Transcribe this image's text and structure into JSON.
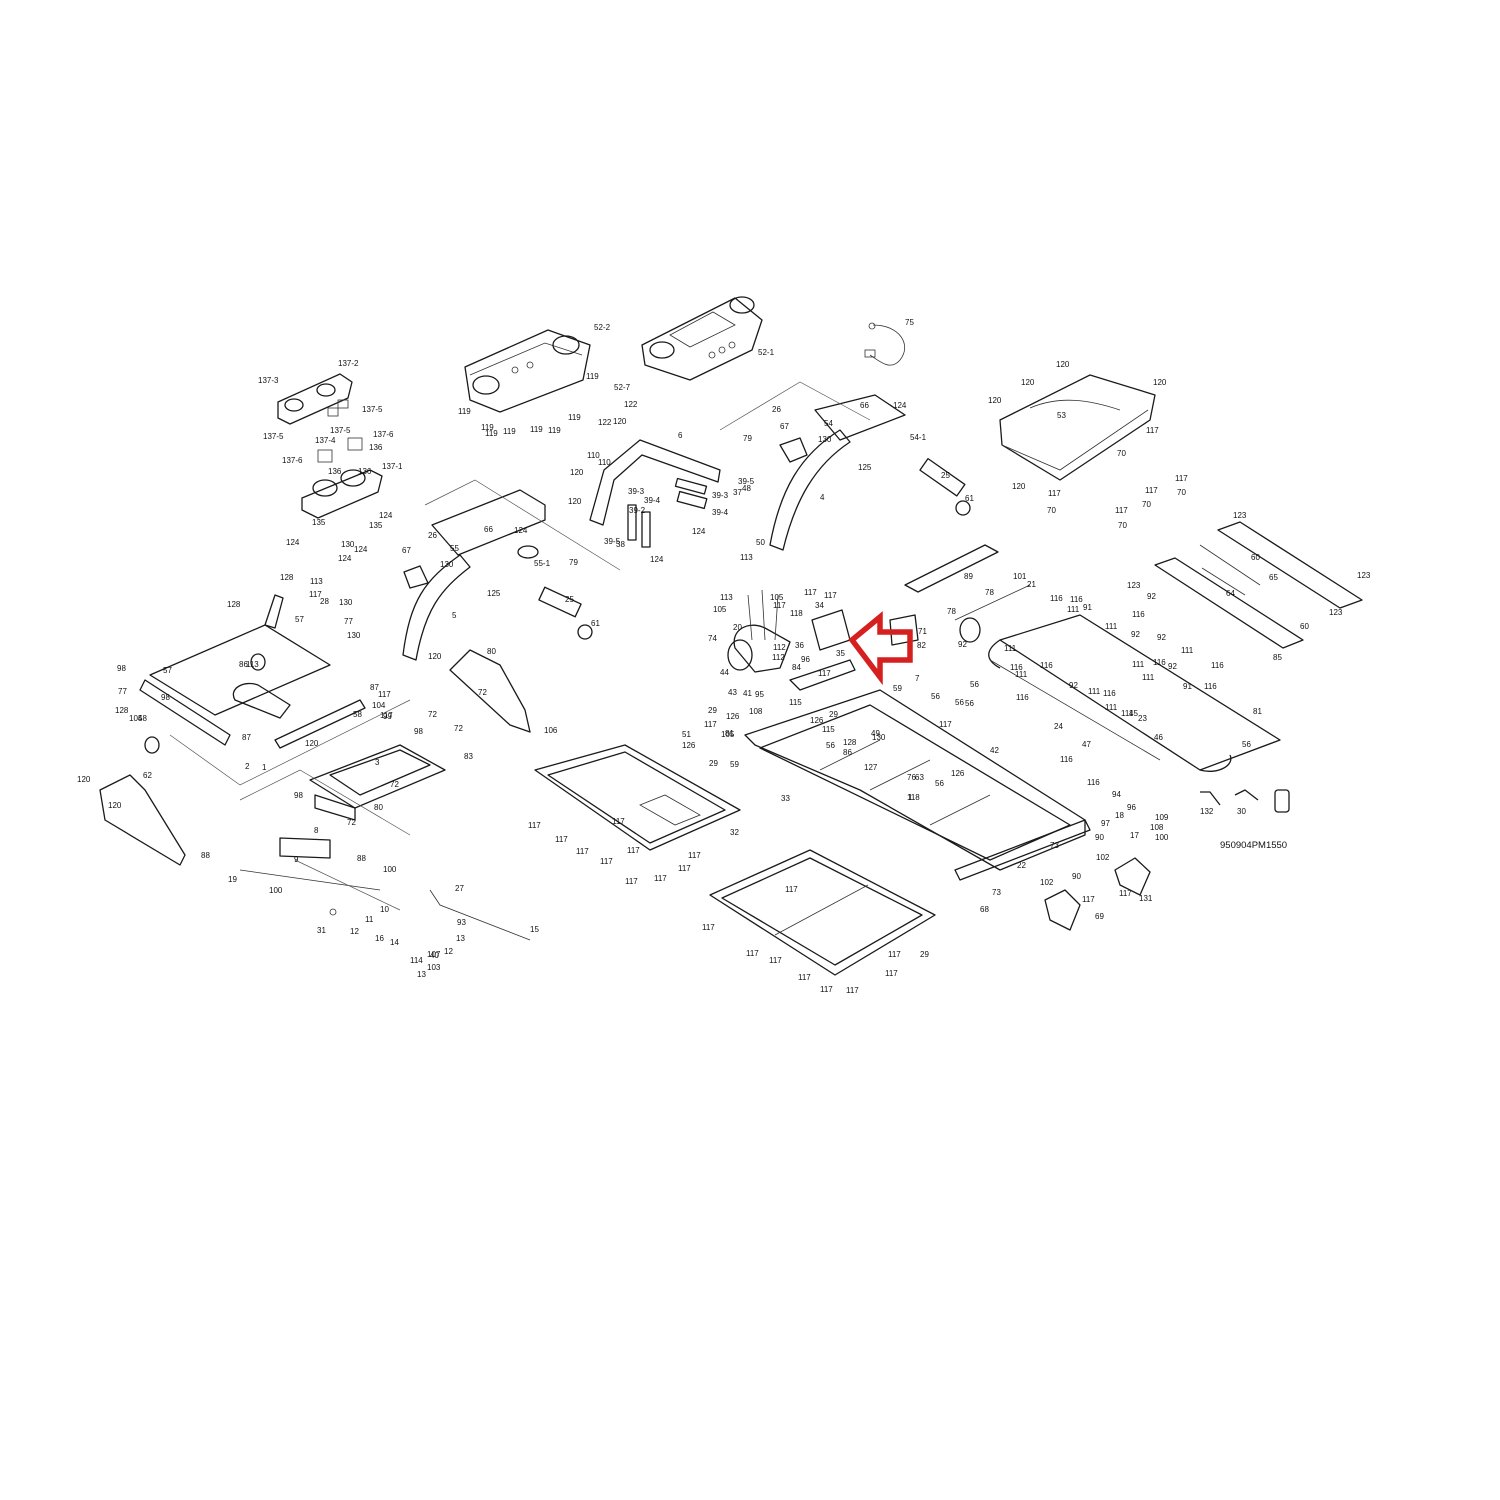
{
  "reference_code": "950904PM1550",
  "highlight_arrow_color": "#d61f1f",
  "line_color": "#1a1a1a",
  "callouts": [
    "75",
    "52-2",
    "52-1",
    "137-3",
    "137-2",
    "137-5",
    "137-5",
    "137-5",
    "137-4",
    "137-6",
    "137-6",
    "136",
    "136",
    "136",
    "137-1",
    "119",
    "119",
    "119",
    "119",
    "119",
    "119",
    "119",
    "119",
    "52-7",
    "122",
    "122",
    "120",
    "120",
    "120",
    "120",
    "120",
    "120",
    "53",
    "117",
    "70",
    "117",
    "70",
    "117",
    "70",
    "117",
    "70",
    "117",
    "70",
    "124",
    "135",
    "124",
    "135",
    "124",
    "130",
    "124",
    "26",
    "55",
    "66",
    "124",
    "55-1",
    "130",
    "67",
    "79",
    "6",
    "110",
    "120",
    "110",
    "120",
    "39-5",
    "39-2",
    "39-3",
    "39-4",
    "39-3",
    "39-4",
    "39-5",
    "38",
    "124",
    "124",
    "37",
    "48",
    "66",
    "124",
    "54-1",
    "54",
    "26",
    "130",
    "67",
    "79",
    "4",
    "125",
    "25",
    "61",
    "50",
    "125",
    "25",
    "61",
    "5",
    "123",
    "123",
    "65",
    "64",
    "60",
    "60",
    "123",
    "123",
    "85",
    "113",
    "113",
    "105",
    "105",
    "117",
    "117",
    "117",
    "118",
    "34",
    "20",
    "74",
    "112",
    "112",
    "44",
    "43",
    "95",
    "41",
    "115",
    "36",
    "35",
    "82",
    "71",
    "7",
    "89",
    "101",
    "21",
    "78",
    "78",
    "92",
    "116",
    "116",
    "111",
    "91",
    "111",
    "116",
    "92",
    "111",
    "116",
    "92",
    "92",
    "116",
    "111",
    "111",
    "116",
    "111",
    "116",
    "91",
    "92",
    "116",
    "116",
    "92",
    "111",
    "116",
    "111",
    "111",
    "111",
    "23",
    "24",
    "47",
    "45",
    "46",
    "81",
    "56",
    "56",
    "56",
    "56",
    "56",
    "59",
    "117",
    "42",
    "127",
    "118",
    "105",
    "108",
    "96",
    "84",
    "117",
    "126",
    "29",
    "115",
    "56",
    "128",
    "49",
    "130",
    "86",
    "98",
    "128",
    "113",
    "117",
    "28",
    "130",
    "57",
    "77",
    "130",
    "128",
    "86",
    "113",
    "98",
    "57",
    "77",
    "128",
    "104",
    "58",
    "87",
    "87",
    "104",
    "58",
    "2",
    "1",
    "117",
    "120",
    "63",
    "120",
    "80",
    "72",
    "106",
    "99",
    "72",
    "98",
    "72",
    "83",
    "3",
    "72",
    "98",
    "80",
    "72",
    "117",
    "120",
    "62",
    "120",
    "88",
    "8",
    "9",
    "88",
    "100",
    "19",
    "100",
    "31",
    "27",
    "15",
    "93",
    "13",
    "107",
    "12",
    "10",
    "11",
    "12",
    "16",
    "14",
    "114",
    "103",
    "13",
    "40",
    "51",
    "117",
    "126",
    "29",
    "126",
    "29",
    "59",
    "81",
    "33",
    "117",
    "117",
    "117",
    "117",
    "117",
    "117",
    "117",
    "117",
    "117",
    "117",
    "32",
    "117",
    "117",
    "117",
    "117",
    "117",
    "117",
    "117",
    "117",
    "117",
    "29",
    "126",
    "56",
    "1",
    "76",
    "116",
    "116",
    "94",
    "97",
    "96",
    "109",
    "18",
    "108",
    "17",
    "100",
    "90",
    "102",
    "73",
    "22",
    "90",
    "102",
    "73",
    "68",
    "117",
    "69",
    "117",
    "131",
    "132",
    "30"
  ]
}
